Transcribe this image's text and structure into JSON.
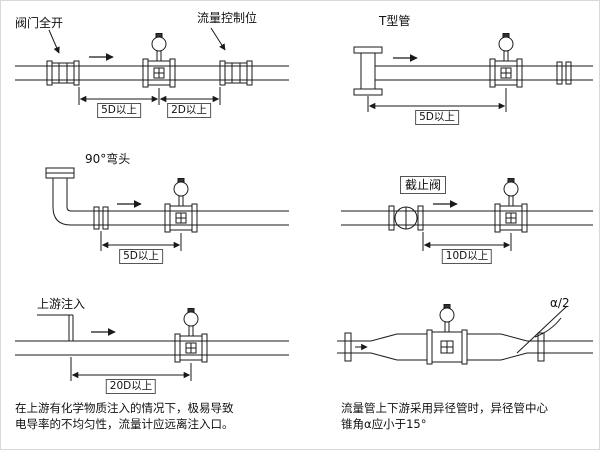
{
  "colors": {
    "background": "#ffffff",
    "line": "#1a1a1a"
  },
  "panels": {
    "valve_full_open": {
      "title": "阀门全开",
      "callout": "流量控制位",
      "dim_upstream": "5D以上",
      "dim_downstream": "2D以上"
    },
    "t_pipe": {
      "title": "T型管",
      "dim": "5D以上"
    },
    "elbow_90": {
      "title": "90°弯头",
      "dim": "5D以上"
    },
    "stop_valve": {
      "title": "截止阀",
      "dim": "10D以上"
    },
    "upstream_injection": {
      "title": "上游注入",
      "dim": "20D以上",
      "caption_line1": "在上游有化学物质注入的情况下，极易导致",
      "caption_line2": "电导率的不均匀性，流量计应远离注入口。"
    },
    "reducer": {
      "angle_label": "α/2",
      "caption_line1": "流量管上下游采用异径管时，异径管中心",
      "caption_line2": "锥角α应小于15°"
    }
  }
}
